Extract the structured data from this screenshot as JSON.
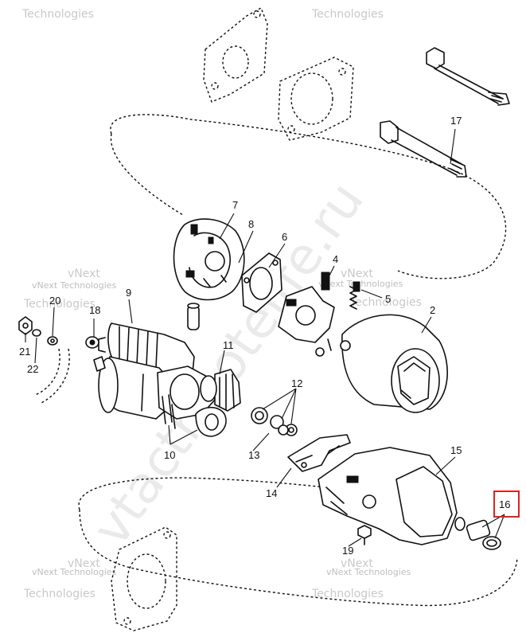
{
  "part_numbers": {
    "p2": "2",
    "p4": "4",
    "p5": "5",
    "p6": "6",
    "p7": "7",
    "p8": "8",
    "p9": "9",
    "p10": "10",
    "p11": "11",
    "p12": "12",
    "p13": "13",
    "p14": "14",
    "p15": "15",
    "p16": "16",
    "p17": "17",
    "p18": "18",
    "p19": "19",
    "p20": "20",
    "p21": "21",
    "p22": "22"
  },
  "highlight": {
    "part": "16",
    "color": "#e02020"
  },
  "watermarks": {
    "site": "vtactrmotelife.ru",
    "brand_a": "Technologies",
    "brand_b": "vNext Technologies",
    "brand_c": "vNext"
  }
}
